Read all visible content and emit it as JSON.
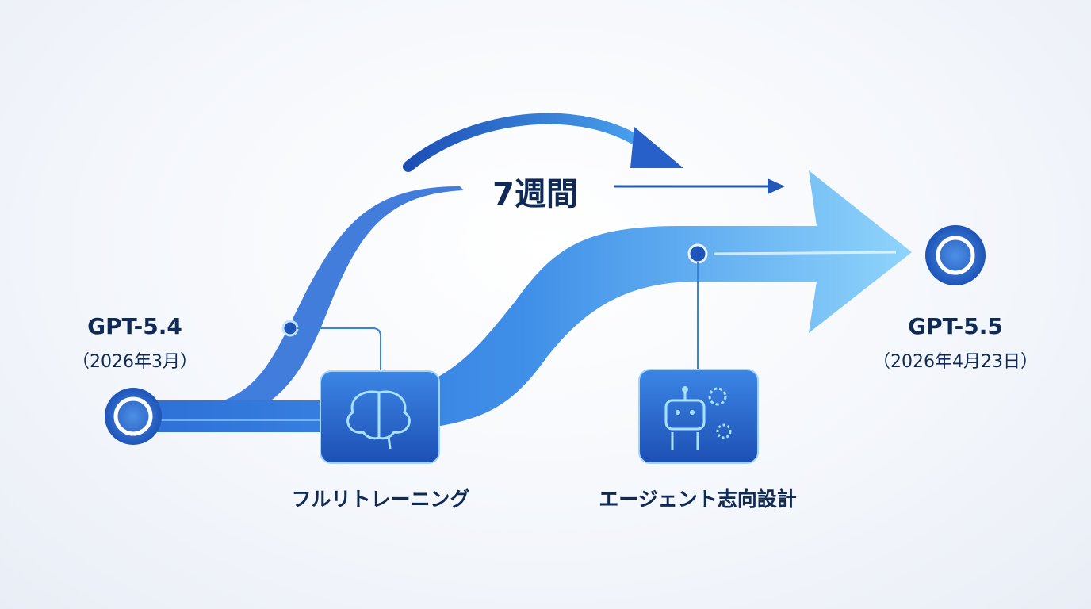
{
  "duration_label": "7週間",
  "start": {
    "version": "GPT-5.4",
    "date": "（2026年3月）"
  },
  "end": {
    "version": "GPT-5.5",
    "date": "（2026年4月23日）"
  },
  "milestones": [
    {
      "label": "フルリトレーニング",
      "icon": "brain-icon"
    },
    {
      "label": "エージェント志向設計",
      "icon": "robot-gear-icon"
    }
  ],
  "colors": {
    "primary": "#2f74d8",
    "light": "#6cc0f5",
    "dark": "#1b4fb0",
    "text": "#0f2a55"
  }
}
